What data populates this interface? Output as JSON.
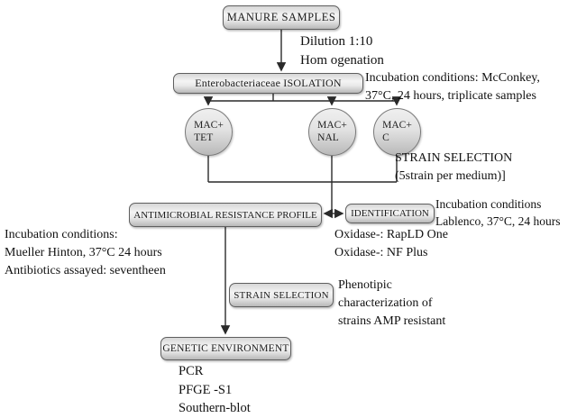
{
  "flowchart": {
    "nodes": {
      "manure_samples": {
        "label": "MANURE SAMPLES"
      },
      "isolation": {
        "label": "Enterobacteriaceae ISOLATION"
      },
      "amr_profile": {
        "label": "ANTIMICROBIAL RESISTANCE PROFILE"
      },
      "identification": {
        "label": "IDENTIFICATION"
      },
      "strain_selection": {
        "label": "STRAIN SELECTION"
      },
      "genetic_environment": {
        "label": "GENETIC ENVIRONMENT"
      }
    },
    "media_circles": [
      {
        "label": "MAC+\nTET"
      },
      {
        "label": "MAC+\nNAL"
      },
      {
        "label": "MAC+\nC"
      }
    ],
    "annotations": {
      "dilution": "Dilution 1:10\nHom ogenation",
      "isolation_conditions": "Incubation conditions: McConkey,\n37°C, 24 hours, triplicate samples",
      "strain_selection_note": "STRAIN SELECTION\n(5strain per medium)]",
      "identification_conditions": "Incubation conditions\nLablenco, 37°C, 24 hours",
      "oxidase_tests": "Oxidase-: RapLD One\nOxidase-: NF Plus",
      "amr_conditions": "Incubation conditions:\nMueller Hinton, 37°C 24 hours\nAntibiotics assayed: seventheen",
      "phenotypic_note": "Phenotipic\ncharacterization of\nstrains AMP resistant",
      "genetic_methods": "PCR\nPFGE -S1\nSouthern-blot"
    },
    "colors": {
      "node_border": "#5f5f5f",
      "node_fill_light": "#f4f4f4",
      "node_fill_dark": "#b9b9b9",
      "connector": "#2a2a2a",
      "text": "#111111"
    }
  }
}
